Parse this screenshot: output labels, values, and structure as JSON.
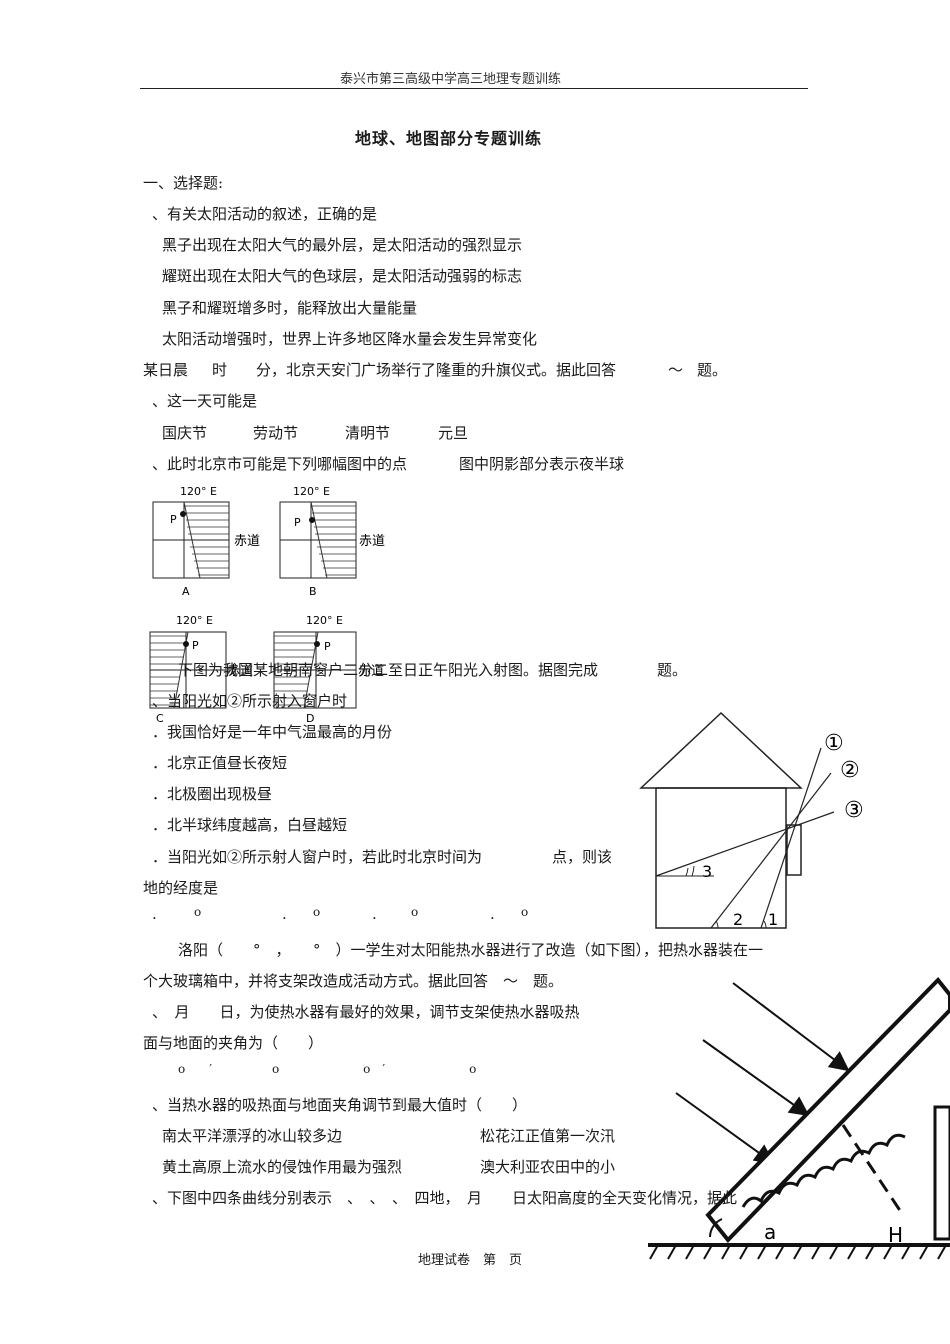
{
  "header": {
    "school": "泰兴市第三高级中学高三地理专题训练"
  },
  "title": "地球、地图部分专题训练",
  "section1": "一、选择题:",
  "q1": {
    "stem": "、有关太阳活动的叙述，正确的是",
    "opts": [
      "黑子出现在太阳大气的最外层，是太阳活动的强烈显示",
      "耀斑出现在太阳大气的色球层，是太阳活动强弱的标志",
      "黑子和耀斑增多时，能释放出大量能量",
      "太阳活动增强时，世界上许多地区降水量会发生异常变化"
    ]
  },
  "intro2": [
    "某日晨",
    "时",
    "分，北京天安门广场举行了隆重的升旗仪式。据此回答",
    "～",
    "题。"
  ],
  "q2": {
    "stem": "、这一天可能是",
    "opts": [
      "国庆节",
      "劳动节",
      "清明节",
      "元旦"
    ]
  },
  "q3": {
    "stem": "、此时北京市可能是下列哪幅图中的点",
    "stem_tail": "图中阴影部分表示夜半球"
  },
  "figs": {
    "meridian": "120° E",
    "point": "P",
    "equator": "赤道",
    "labels": [
      "A",
      "B",
      "C",
      "D"
    ]
  },
  "intro4": {
    "pre": "下图为我国某地朝南窗户二分二至日正午阳光入射图。据图完成",
    "post": "题。"
  },
  "q4": {
    "stem": "、当阳光如②所示射入窗户时",
    "opts": [
      "．我国恰好是一年中气温最高的月份",
      "．北京正值昼长夜短",
      "．北极圈出现极昼",
      "．北半球纬度越高，白昼越短"
    ]
  },
  "q5": {
    "line1_pre": "．当阳光如②所示射人窗户时，若此时北京时间为",
    "line1_post": "点，则该",
    "line2": "地的经度是",
    "opts": [
      ".",
      "o",
      ".",
      "o",
      ".",
      "o",
      ".",
      "o"
    ]
  },
  "house": {
    "c1": "①",
    "c2": "②",
    "c3": "③",
    "a1": "1",
    "a2": "2",
    "a3": "3"
  },
  "intro6": {
    "line1": "洛阳（　　°　，　　°　）一学生对太阳能热水器进行了改造（如下图），把热水器装在一",
    "line2": "个大玻璃箱中，并将支架改造成活动方式。据此回答　～　题。"
  },
  "q6": {
    "line1": "、　月　　日，为使热水器有最好的效果，调节支架使热水器吸热",
    "line2": "面与地面的夹角为（　　）",
    "opts": "o　　′　　　　　o　　　　　　　o　′　　　　　　　o"
  },
  "q7": {
    "stem": "、当热水器的吸热面与地面夹角调节到最大值时（　　）",
    "opts": [
      "南太平洋漂浮的冰山较多边",
      "松花江正值第一次汛",
      "黄土高原上流水的侵蚀作用最为强烈",
      "澳大利亚农田中的小"
    ]
  },
  "q8": {
    "stem": "、下图中四条曲线分别表示　、　、　、　四地，　月　　日太阳高度的全天变化情况，据此"
  },
  "heater": {
    "a": "a",
    "h": "H"
  },
  "footer": "地理试卷　第　页"
}
